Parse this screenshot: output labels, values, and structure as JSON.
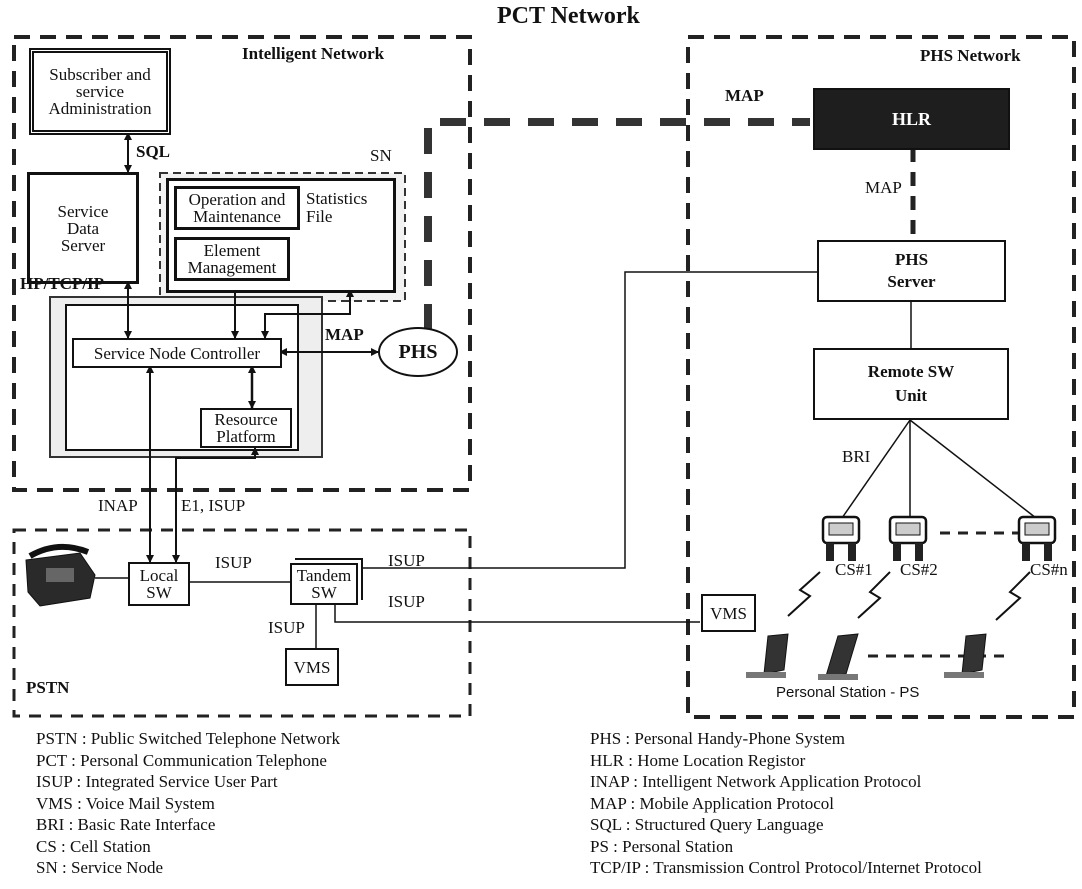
{
  "title": "PCT Network",
  "regions": {
    "intelligent_network": "Intelligent Network",
    "phs_network": "PHS Network",
    "sn": "SN",
    "pstn": "PSTN"
  },
  "nodes": {
    "subscriber_admin": "Subscriber and service Administration",
    "service_data_server": "Service Data Server",
    "operation_maintenance": "Operation and Maintenance",
    "statistics_file": "Statistics File",
    "element_management": "Element Management",
    "service_node_controller": "Service Node Controller",
    "resource_platform": "Resource Platform",
    "phs": "PHS",
    "hlr": "HLR",
    "phs_server": "PHS Server",
    "remote_sw_unit": "Remote SW Unit",
    "local_sw": "Local SW",
    "tandem_sw": "Tandem SW",
    "vms_pstn": "VMS",
    "vms_phs": "VMS",
    "cs1": "CS#1",
    "cs2": "CS#2",
    "csn": "CS#n",
    "personal_station": "Personal Station - PS"
  },
  "link_labels": {
    "sql": "SQL",
    "hp_tcp_ip": "HP/TCP/IP",
    "map_top": "MAP",
    "map_hlr": "MAP",
    "map_phs": "MAP",
    "inap": "INAP",
    "e1_isup": "E1, ISUP",
    "isup_local_tandem": "ISUP",
    "isup_tandem_phs": "ISUP",
    "isup_tandem_vms": "ISUP",
    "isup_tandem_down": "ISUP",
    "bri": "BRI"
  },
  "legend_left": [
    "PSTN : Public Switched Telephone Network",
    "PCT   : Personal Communication Telephone",
    "ISUP  : Integrated Service User Part",
    "VMS  : Voice Mail System",
    "BRI     : Basic Rate Interface",
    "CS      : Cell Station",
    "SN     : Service Node"
  ],
  "legend_right": [
    "PHS   : Personal Handy-Phone System",
    "HLR   : Home Location Registor",
    "INAP : Intelligent Network Application Protocol",
    "MAP    : Mobile Application Protocol",
    "SQL  : Structured Query Language",
    "PS       : Personal Station",
    "TCP/IP : Transmission Control Protocol/Internet Protocol"
  ]
}
